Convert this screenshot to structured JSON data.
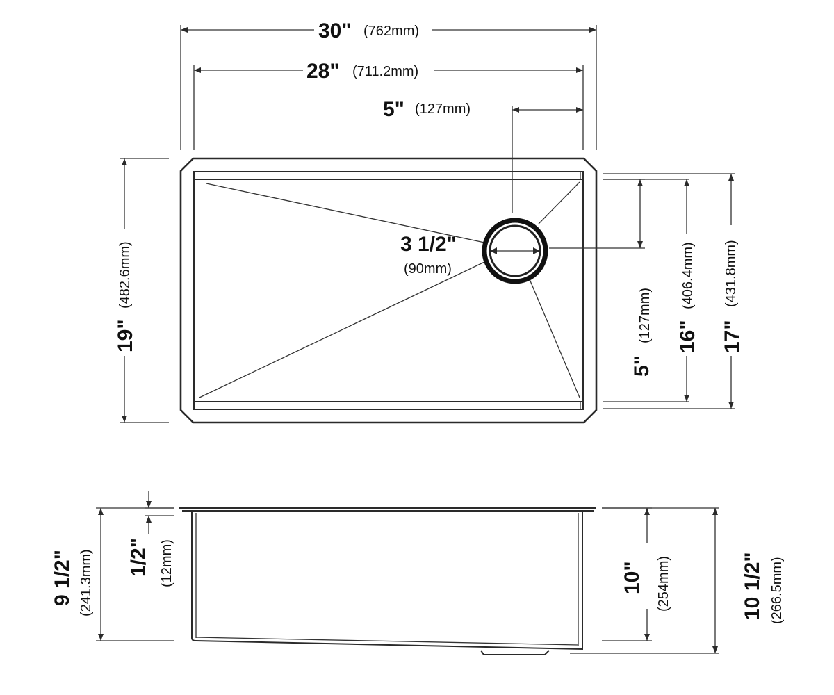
{
  "top_view": {
    "overall_length": {
      "inch": "30\"",
      "mm": "(762mm)"
    },
    "bowl_length": {
      "inch": "28\"",
      "mm": "(711.2mm)"
    },
    "drain_offset": {
      "inch": "5\"",
      "mm": "(127mm)"
    },
    "drain_diameter": {
      "inch": "3 1/2\"",
      "mm": "(90mm)"
    },
    "overall_width": {
      "inch": "19\"",
      "mm": "(482.6mm)"
    },
    "drain_offset_side": {
      "inch": "5\"",
      "mm": "(127mm)"
    },
    "bowl_width": {
      "inch": "16\"",
      "mm": "(406.4mm)"
    },
    "flange_width": {
      "inch": "17\"",
      "mm": "(431.8mm)"
    }
  },
  "side_view": {
    "front_depth": {
      "inch": "9 1/2\"",
      "mm": "(241.3mm)"
    },
    "flange_thickness": {
      "inch": "1/2\"",
      "mm": "(12mm)"
    },
    "bowl_depth": {
      "inch": "10\"",
      "mm": "(254mm)"
    },
    "rear_depth": {
      "inch": "10 1/2\"",
      "mm": "(266.5mm)"
    }
  }
}
